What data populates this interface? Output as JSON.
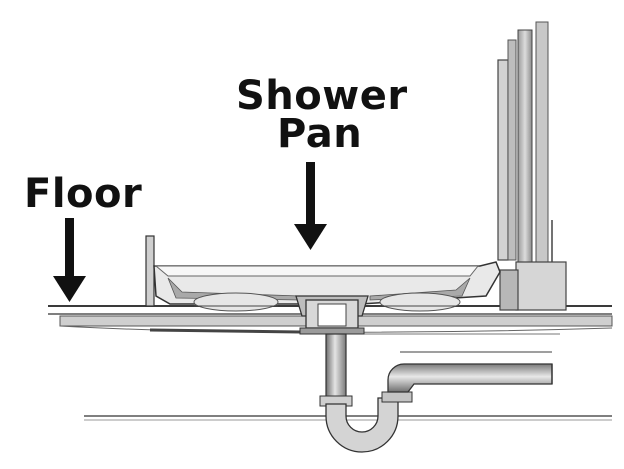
{
  "labels": {
    "shower_line1": "Shower",
    "shower_line2": "Pan",
    "floor": "Floor"
  },
  "colors": {
    "ink": "#111111",
    "sketch": "#4a4a4a",
    "shade_dark": "#8a8a8a",
    "shade_mid": "#b9b9b9",
    "shade_light": "#d9d9d9",
    "paper": "#ffffff"
  },
  "icons": [
    "down-arrow-icon"
  ]
}
